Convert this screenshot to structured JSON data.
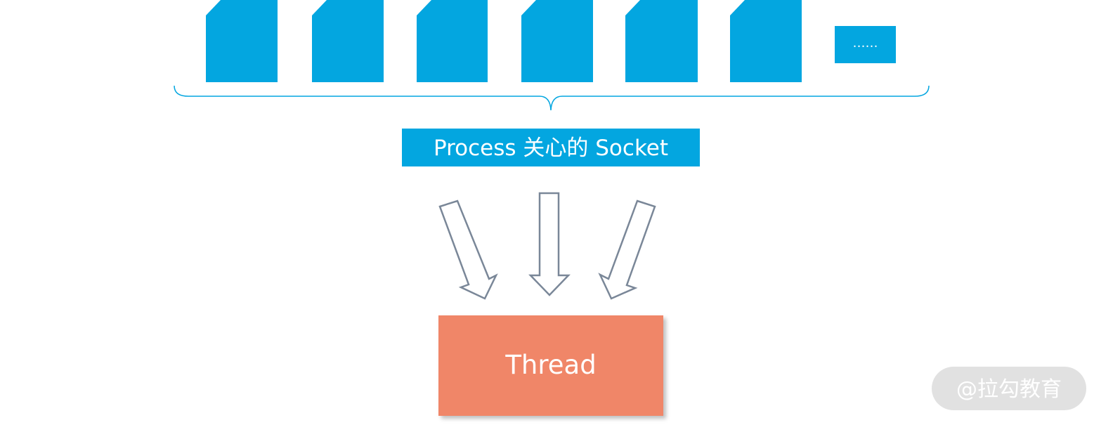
{
  "sockets": {
    "count": 6,
    "ellipsis": "……"
  },
  "label": {
    "text": "Process 关心的 Socket"
  },
  "thread": {
    "text": "Thread"
  },
  "watermark": {
    "text": "@拉勾教育"
  },
  "colors": {
    "socket_blue": "#03a6e0",
    "thread_orange": "#f08667",
    "arrow_stroke": "#7a8798"
  }
}
